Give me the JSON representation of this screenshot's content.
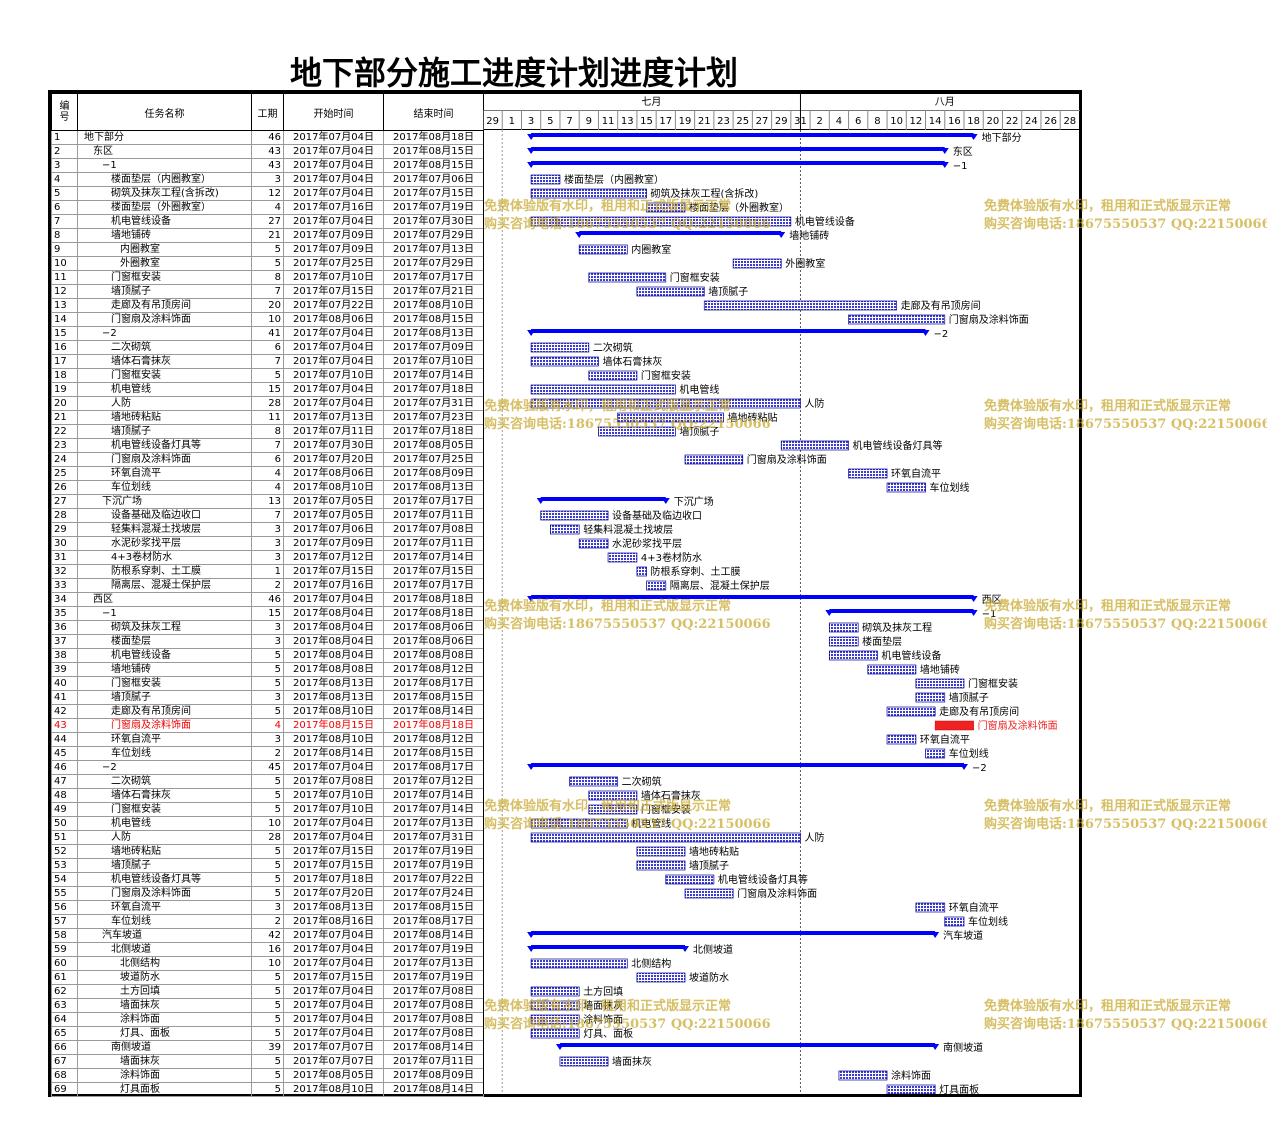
{
  "title": "地下部分施工进度计划进度计划",
  "columns": {
    "id": "编号",
    "name": "任务名称",
    "dur": "工期",
    "start": "开始时间",
    "end": "结束时间"
  },
  "watermark": {
    "line1": "免费体验版有水印，租用和正式版显示正常",
    "line2": "购买咨询电话:18675550537 QQ:22150066"
  },
  "colors": {
    "bar": "#3b3bd6",
    "summary": "#0000ff",
    "highlight": "#ee2222"
  },
  "chart_data": {
    "type": "gantt",
    "title": "地下部分施工进度计划进度计划",
    "timeline": {
      "months": [
        "七月",
        "八月"
      ],
      "day_labels": [
        "29",
        "1",
        "3",
        "5",
        "7",
        "9",
        "11",
        "13",
        "15",
        "17",
        "19",
        "21",
        "23",
        "25",
        "27",
        "29",
        "31",
        "2",
        "4",
        "6",
        "8",
        "10",
        "12",
        "14",
        "16",
        "18",
        "20",
        "22",
        "24",
        "26",
        "28"
      ],
      "axis_start": "2017-06-29",
      "axis_end": "2017-08-30"
    },
    "tasks": [
      {
        "id": "1",
        "name": "地下部分",
        "indent": 1,
        "dur": 46,
        "start": "2017年07月04日",
        "end": "2017年08月18日",
        "type": "summary"
      },
      {
        "id": "2",
        "name": "东区",
        "indent": 2,
        "dur": 43,
        "start": "2017年07月04日",
        "end": "2017年08月15日",
        "type": "summary"
      },
      {
        "id": "3",
        "name": "−1",
        "indent": 3,
        "dur": 43,
        "start": "2017年07月04日",
        "end": "2017年08月15日",
        "type": "summary"
      },
      {
        "id": "4",
        "name": "楼面垫层（内圈教室）",
        "indent": 4,
        "dur": 3,
        "start": "2017年07月04日",
        "end": "2017年07月06日",
        "type": "task"
      },
      {
        "id": "5",
        "name": "砌筑及抹灰工程(含拆改)",
        "indent": 4,
        "dur": 12,
        "start": "2017年07月04日",
        "end": "2017年07月15日",
        "type": "task"
      },
      {
        "id": "6",
        "name": "楼面垫层（外圈教室）",
        "indent": 4,
        "dur": 4,
        "start": "2017年07月16日",
        "end": "2017年07月19日",
        "type": "task"
      },
      {
        "id": "7",
        "name": "机电管线设备",
        "indent": 4,
        "dur": 27,
        "start": "2017年07月04日",
        "end": "2017年07月30日",
        "type": "task"
      },
      {
        "id": "8",
        "name": "墙地铺砖",
        "indent": 4,
        "dur": 21,
        "start": "2017年07月09日",
        "end": "2017年07月29日",
        "type": "summary"
      },
      {
        "id": "9",
        "name": "内圈教室",
        "indent": 5,
        "dur": 5,
        "start": "2017年07月09日",
        "end": "2017年07月13日",
        "type": "task"
      },
      {
        "id": "10",
        "name": "外圈教室",
        "indent": 5,
        "dur": 5,
        "start": "2017年07月25日",
        "end": "2017年07月29日",
        "type": "task"
      },
      {
        "id": "11",
        "name": "门窗框安装",
        "indent": 4,
        "dur": 8,
        "start": "2017年07月10日",
        "end": "2017年07月17日",
        "type": "task"
      },
      {
        "id": "12",
        "name": "墙顶腻子",
        "indent": 4,
        "dur": 7,
        "start": "2017年07月15日",
        "end": "2017年07月21日",
        "type": "task"
      },
      {
        "id": "13",
        "name": "走廊及有吊顶房间",
        "indent": 4,
        "dur": 20,
        "start": "2017年07月22日",
        "end": "2017年08月10日",
        "type": "task"
      },
      {
        "id": "14",
        "name": "门窗扇及涂料饰面",
        "indent": 4,
        "dur": 10,
        "start": "2017年08月06日",
        "end": "2017年08月15日",
        "type": "task"
      },
      {
        "id": "15",
        "name": "−2",
        "indent": 3,
        "dur": 41,
        "start": "2017年07月04日",
        "end": "2017年08月13日",
        "type": "summary"
      },
      {
        "id": "16",
        "name": "二次砌筑",
        "indent": 4,
        "dur": 6,
        "start": "2017年07月04日",
        "end": "2017年07月09日",
        "type": "task"
      },
      {
        "id": "17",
        "name": "墙体石膏抹灰",
        "indent": 4,
        "dur": 7,
        "start": "2017年07月04日",
        "end": "2017年07月10日",
        "type": "task"
      },
      {
        "id": "18",
        "name": "门窗框安装",
        "indent": 4,
        "dur": 5,
        "start": "2017年07月10日",
        "end": "2017年07月14日",
        "type": "task"
      },
      {
        "id": "19",
        "name": "机电管线",
        "indent": 4,
        "dur": 15,
        "start": "2017年07月04日",
        "end": "2017年07月18日",
        "type": "task"
      },
      {
        "id": "20",
        "name": "人防",
        "indent": 4,
        "dur": 28,
        "start": "2017年07月04日",
        "end": "2017年07月31日",
        "type": "task"
      },
      {
        "id": "21",
        "name": "墙地砖粘贴",
        "indent": 4,
        "dur": 11,
        "start": "2017年07月13日",
        "end": "2017年07月23日",
        "type": "task"
      },
      {
        "id": "22",
        "name": "墙顶腻子",
        "indent": 4,
        "dur": 8,
        "start": "2017年07月11日",
        "end": "2017年07月18日",
        "type": "task"
      },
      {
        "id": "23",
        "name": "机电管线设备灯具等",
        "indent": 4,
        "dur": 7,
        "start": "2017年07月30日",
        "end": "2017年08月05日",
        "type": "task"
      },
      {
        "id": "24",
        "name": "门窗扇及涂料饰面",
        "indent": 4,
        "dur": 6,
        "start": "2017年07月20日",
        "end": "2017年07月25日",
        "type": "task"
      },
      {
        "id": "25",
        "name": "环氧自流平",
        "indent": 4,
        "dur": 4,
        "start": "2017年08月06日",
        "end": "2017年08月09日",
        "type": "task"
      },
      {
        "id": "26",
        "name": "车位划线",
        "indent": 4,
        "dur": 4,
        "start": "2017年08月10日",
        "end": "2017年08月13日",
        "type": "task"
      },
      {
        "id": "27",
        "name": "下沉广场",
        "indent": 3,
        "dur": 13,
        "start": "2017年07月05日",
        "end": "2017年07月17日",
        "type": "summary"
      },
      {
        "id": "28",
        "name": "设备基础及临边收口",
        "indent": 4,
        "dur": 7,
        "start": "2017年07月05日",
        "end": "2017年07月11日",
        "type": "task"
      },
      {
        "id": "29",
        "name": "轻集料混凝土找坡层",
        "indent": 4,
        "dur": 3,
        "start": "2017年07月06日",
        "end": "2017年07月08日",
        "type": "task"
      },
      {
        "id": "30",
        "name": "水泥砂浆找平层",
        "indent": 4,
        "dur": 3,
        "start": "2017年07月09日",
        "end": "2017年07月11日",
        "type": "task"
      },
      {
        "id": "31",
        "name": "4+3卷材防水",
        "indent": 4,
        "dur": 3,
        "start": "2017年07月12日",
        "end": "2017年07月14日",
        "type": "task"
      },
      {
        "id": "32",
        "name": "防根系穿刺、土工膜",
        "indent": 4,
        "dur": 1,
        "start": "2017年07月15日",
        "end": "2017年07月15日",
        "type": "task"
      },
      {
        "id": "33",
        "name": "隔离层、混凝土保护层",
        "indent": 4,
        "dur": 2,
        "start": "2017年07月16日",
        "end": "2017年07月17日",
        "type": "task"
      },
      {
        "id": "34",
        "name": "西区",
        "indent": 2,
        "dur": 46,
        "start": "2017年07月04日",
        "end": "2017年08月18日",
        "type": "summary"
      },
      {
        "id": "35",
        "name": "−1",
        "indent": 3,
        "dur": 15,
        "start": "2017年08月04日",
        "end": "2017年08月18日",
        "type": "summary"
      },
      {
        "id": "36",
        "name": "砌筑及抹灰工程",
        "indent": 4,
        "dur": 3,
        "start": "2017年08月04日",
        "end": "2017年08月06日",
        "type": "task"
      },
      {
        "id": "37",
        "name": "楼面垫层",
        "indent": 4,
        "dur": 3,
        "start": "2017年08月04日",
        "end": "2017年08月06日",
        "type": "task"
      },
      {
        "id": "38",
        "name": "机电管线设备",
        "indent": 4,
        "dur": 5,
        "start": "2017年08月04日",
        "end": "2017年08月08日",
        "type": "task"
      },
      {
        "id": "39",
        "name": "墙地铺砖",
        "indent": 4,
        "dur": 5,
        "start": "2017年08月08日",
        "end": "2017年08月12日",
        "type": "task"
      },
      {
        "id": "40",
        "name": "门窗框安装",
        "indent": 4,
        "dur": 5,
        "start": "2017年08月13日",
        "end": "2017年08月17日",
        "type": "task"
      },
      {
        "id": "41",
        "name": "墙顶腻子",
        "indent": 4,
        "dur": 3,
        "start": "2017年08月13日",
        "end": "2017年08月15日",
        "type": "task"
      },
      {
        "id": "42",
        "name": "走廊及有吊顶房间",
        "indent": 4,
        "dur": 5,
        "start": "2017年08月10日",
        "end": "2017年08月14日",
        "type": "task"
      },
      {
        "id": "43",
        "name": "门窗扇及涂料饰面",
        "indent": 4,
        "dur": 4,
        "start": "2017年08月15日",
        "end": "2017年08月18日",
        "type": "critical"
      },
      {
        "id": "44",
        "name": "环氧自流平",
        "indent": 4,
        "dur": 3,
        "start": "2017年08月10日",
        "end": "2017年08月12日",
        "type": "task"
      },
      {
        "id": "45",
        "name": "车位划线",
        "indent": 4,
        "dur": 2,
        "start": "2017年08月14日",
        "end": "2017年08月15日",
        "type": "task"
      },
      {
        "id": "46",
        "name": "−2",
        "indent": 3,
        "dur": 45,
        "start": "2017年07月04日",
        "end": "2017年08月17日",
        "type": "summary"
      },
      {
        "id": "47",
        "name": "二次砌筑",
        "indent": 4,
        "dur": 5,
        "start": "2017年07月08日",
        "end": "2017年07月12日",
        "type": "task"
      },
      {
        "id": "48",
        "name": "墙体石膏抹灰",
        "indent": 4,
        "dur": 5,
        "start": "2017年07月10日",
        "end": "2017年07月14日",
        "type": "task"
      },
      {
        "id": "49",
        "name": "门窗框安装",
        "indent": 4,
        "dur": 5,
        "start": "2017年07月10日",
        "end": "2017年07月14日",
        "type": "task"
      },
      {
        "id": "50",
        "name": "机电管线",
        "indent": 4,
        "dur": 10,
        "start": "2017年07月04日",
        "end": "2017年07月13日",
        "type": "task"
      },
      {
        "id": "51",
        "name": "人防",
        "indent": 4,
        "dur": 28,
        "start": "2017年07月04日",
        "end": "2017年07月31日",
        "type": "task"
      },
      {
        "id": "52",
        "name": "墙地砖粘贴",
        "indent": 4,
        "dur": 5,
        "start": "2017年07月15日",
        "end": "2017年07月19日",
        "type": "task"
      },
      {
        "id": "53",
        "name": "墙顶腻子",
        "indent": 4,
        "dur": 5,
        "start": "2017年07月15日",
        "end": "2017年07月19日",
        "type": "task"
      },
      {
        "id": "54",
        "name": "机电管线设备灯具等",
        "indent": 4,
        "dur": 5,
        "start": "2017年07月18日",
        "end": "2017年07月22日",
        "type": "task"
      },
      {
        "id": "55",
        "name": "门窗扇及涂料饰面",
        "indent": 4,
        "dur": 5,
        "start": "2017年07月20日",
        "end": "2017年07月24日",
        "type": "task"
      },
      {
        "id": "56",
        "name": "环氧自流平",
        "indent": 4,
        "dur": 3,
        "start": "2017年08月13日",
        "end": "2017年08月15日",
        "type": "task"
      },
      {
        "id": "57",
        "name": "车位划线",
        "indent": 4,
        "dur": 2,
        "start": "2017年08月16日",
        "end": "2017年08月17日",
        "type": "task"
      },
      {
        "id": "58",
        "name": "汽车坡道",
        "indent": 3,
        "dur": 42,
        "start": "2017年07月04日",
        "end": "2017年08月14日",
        "type": "summary"
      },
      {
        "id": "59",
        "name": "北侧坡道",
        "indent": 4,
        "dur": 16,
        "start": "2017年07月04日",
        "end": "2017年07月19日",
        "type": "summary"
      },
      {
        "id": "60",
        "name": "北侧结构",
        "indent": 5,
        "dur": 10,
        "start": "2017年07月04日",
        "end": "2017年07月13日",
        "type": "task"
      },
      {
        "id": "61",
        "name": "坡道防水",
        "indent": 5,
        "dur": 5,
        "start": "2017年07月15日",
        "end": "2017年07月19日",
        "type": "task"
      },
      {
        "id": "62",
        "name": "土方回填",
        "indent": 5,
        "dur": 5,
        "start": "2017年07月04日",
        "end": "2017年07月08日",
        "type": "task"
      },
      {
        "id": "63",
        "name": "墙面抹灰",
        "indent": 5,
        "dur": 5,
        "start": "2017年07月04日",
        "end": "2017年07月08日",
        "type": "task"
      },
      {
        "id": "64",
        "name": "涂料饰面",
        "indent": 5,
        "dur": 5,
        "start": "2017年07月04日",
        "end": "2017年07月08日",
        "type": "task"
      },
      {
        "id": "65",
        "name": "灯具、面板",
        "indent": 5,
        "dur": 5,
        "start": "2017年07月04日",
        "end": "2017年07月08日",
        "type": "task"
      },
      {
        "id": "66",
        "name": "南侧坡道",
        "indent": 4,
        "dur": 39,
        "start": "2017年07月07日",
        "end": "2017年08月14日",
        "type": "summary"
      },
      {
        "id": "67",
        "name": "墙面抹灰",
        "indent": 5,
        "dur": 5,
        "start": "2017年07月07日",
        "end": "2017年07月11日",
        "type": "task"
      },
      {
        "id": "68",
        "name": "涂料饰面",
        "indent": 5,
        "dur": 5,
        "start": "2017年08月05日",
        "end": "2017年08月09日",
        "type": "task"
      },
      {
        "id": "69",
        "name": "灯具面板",
        "indent": 5,
        "dur": 5,
        "start": "2017年08月10日",
        "end": "2017年08月14日",
        "type": "task"
      }
    ]
  }
}
